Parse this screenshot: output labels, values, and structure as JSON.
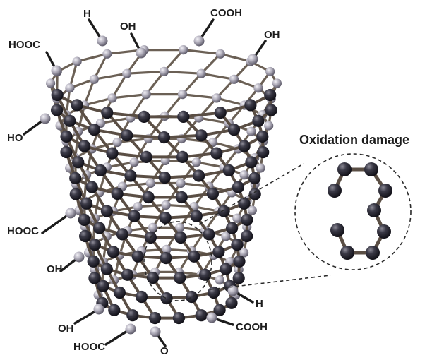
{
  "labels": {
    "h_top": "H",
    "oh_top": "OH",
    "cooh_top": "COOH",
    "hooc_top_left": "HOOC",
    "oh_top_right": "OH",
    "ho_left": "HO",
    "hooc_mid_left": "HOOC",
    "oh_mid_left": "OH",
    "oh_bottom_left": "OH",
    "hooc_bottom": "HOOC",
    "o_bottom": "O",
    "cooh_bottom": "COOH",
    "h_right": "H"
  },
  "inset": {
    "title": "Oxidation damage"
  },
  "colors": {
    "background": "#ffffff",
    "bond": "#6b6055",
    "bond_front": "#5a4e44",
    "atom_back": "#b4b1bd",
    "atom_front": "#2e2d38",
    "text": "#1c1c1c"
  }
}
